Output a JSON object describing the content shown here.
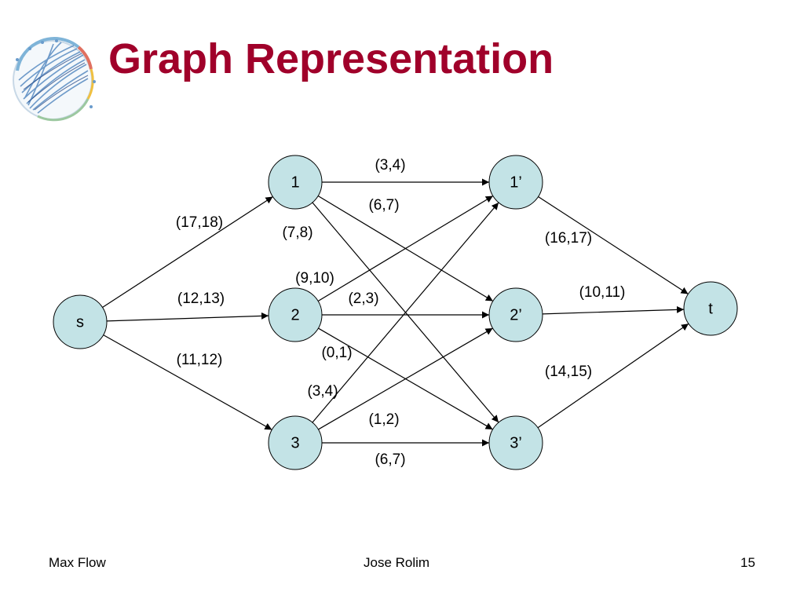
{
  "slide": {
    "title": "Graph Representation",
    "footer": {
      "left": "Max Flow",
      "center": "Jose Rolim",
      "page_number": "15"
    },
    "logo_icon": "circular-network-logo-icon"
  },
  "colors": {
    "title": "#a0002a",
    "node_fill": "#c3e3e6",
    "node_stroke": "#000000",
    "edge": "#000000"
  },
  "graph": {
    "nodes": [
      {
        "id": "s",
        "label": "s"
      },
      {
        "id": "n1",
        "label": "1"
      },
      {
        "id": "n2",
        "label": "2"
      },
      {
        "id": "n3",
        "label": "3"
      },
      {
        "id": "n1p",
        "label": "1’"
      },
      {
        "id": "n2p",
        "label": "2’"
      },
      {
        "id": "n3p",
        "label": "3’"
      },
      {
        "id": "t",
        "label": "t"
      }
    ],
    "edges": [
      {
        "from": "s",
        "to": "n1",
        "label": "(17,18)"
      },
      {
        "from": "s",
        "to": "n2",
        "label": "(12,13)"
      },
      {
        "from": "s",
        "to": "n3",
        "label": "(11,12)"
      },
      {
        "from": "n1",
        "to": "n1p",
        "label": "(3,4)"
      },
      {
        "from": "n1",
        "to": "n2p",
        "label": "(6,7)"
      },
      {
        "from": "n1",
        "to": "n3p",
        "label": "(7,8)"
      },
      {
        "from": "n2",
        "to": "n1p",
        "label": "(9,10)"
      },
      {
        "from": "n2",
        "to": "n2p",
        "label": "(2,3)"
      },
      {
        "from": "n2",
        "to": "n3p",
        "label": "(0,1)"
      },
      {
        "from": "n3",
        "to": "n1p",
        "label": "(3,4)"
      },
      {
        "from": "n3",
        "to": "n2p",
        "label": "(1,2)"
      },
      {
        "from": "n3",
        "to": "n3p",
        "label": "(6,7)"
      },
      {
        "from": "n1p",
        "to": "t",
        "label": "(16,17)"
      },
      {
        "from": "n2p",
        "to": "t",
        "label": "(10,11)"
      },
      {
        "from": "n3p",
        "to": "t",
        "label": "(14,15)"
      }
    ]
  }
}
